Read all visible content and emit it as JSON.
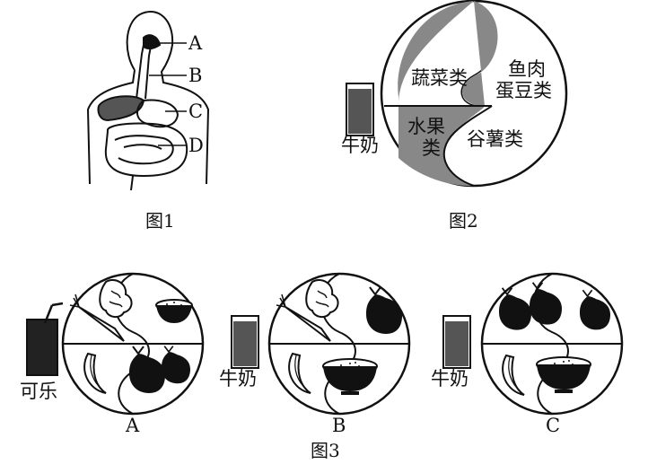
{
  "figure1": {
    "caption": "图1",
    "labels": [
      "A",
      "B",
      "C",
      "D"
    ]
  },
  "figure2": {
    "caption": "图2",
    "milk": "牛奶",
    "sections": {
      "vegetables": "蔬菜类",
      "fish_meat_1": "鱼肉",
      "fish_meat_2": "蛋豆类",
      "fruit_1": "水果",
      "fruit_2": "类",
      "grains": "谷薯类"
    }
  },
  "figure3": {
    "caption": "图3",
    "meals": [
      {
        "label": "A",
        "drink": "可乐"
      },
      {
        "label": "B",
        "drink": "牛奶"
      },
      {
        "label": "C",
        "drink": "牛奶"
      }
    ]
  },
  "colors": {
    "ink": "#111111",
    "shade": "#888888"
  }
}
